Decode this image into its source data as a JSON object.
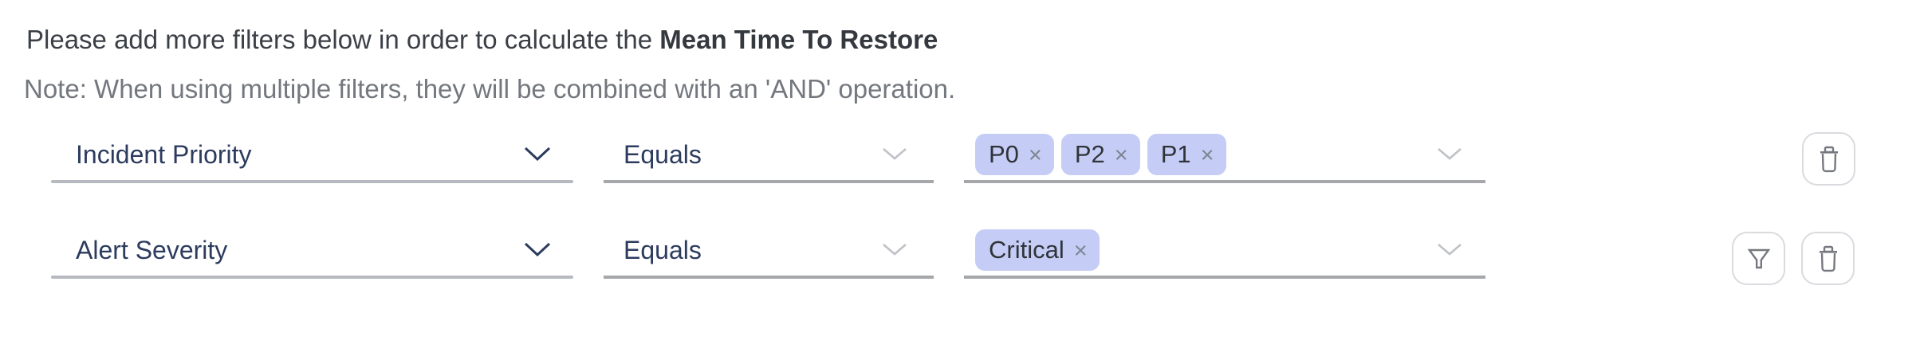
{
  "header": {
    "intro_text": "Please add more filters below in order to calculate the ",
    "intro_bold": "Mean Time To Restore",
    "note": "Note: When using multiple filters, they will be combined with an 'AND' operation."
  },
  "rows": [
    {
      "field": "Incident Priority",
      "operator": "Equals",
      "values": [
        {
          "label": "P0"
        },
        {
          "label": "P2"
        },
        {
          "label": "P1"
        }
      ],
      "actions": [
        "delete"
      ]
    },
    {
      "field": "Alert Severity",
      "operator": "Equals",
      "values": [
        {
          "label": "Critical"
        }
      ],
      "actions": [
        "filter",
        "delete"
      ]
    }
  ],
  "icons": {
    "remove_x": "×",
    "chevron_down": "v-shape-chevron",
    "trash": "trash-can-outline",
    "funnel": "funnel-outline"
  },
  "colors": {
    "chip_background": "#c5cdf6",
    "field_text": "#2c3b5e",
    "heading_text": "#3b3f46",
    "note_text": "#73777e",
    "underline_gray": "#a5a7ab",
    "icon_gray": "#75797f",
    "button_border": "#d9dbdf"
  }
}
